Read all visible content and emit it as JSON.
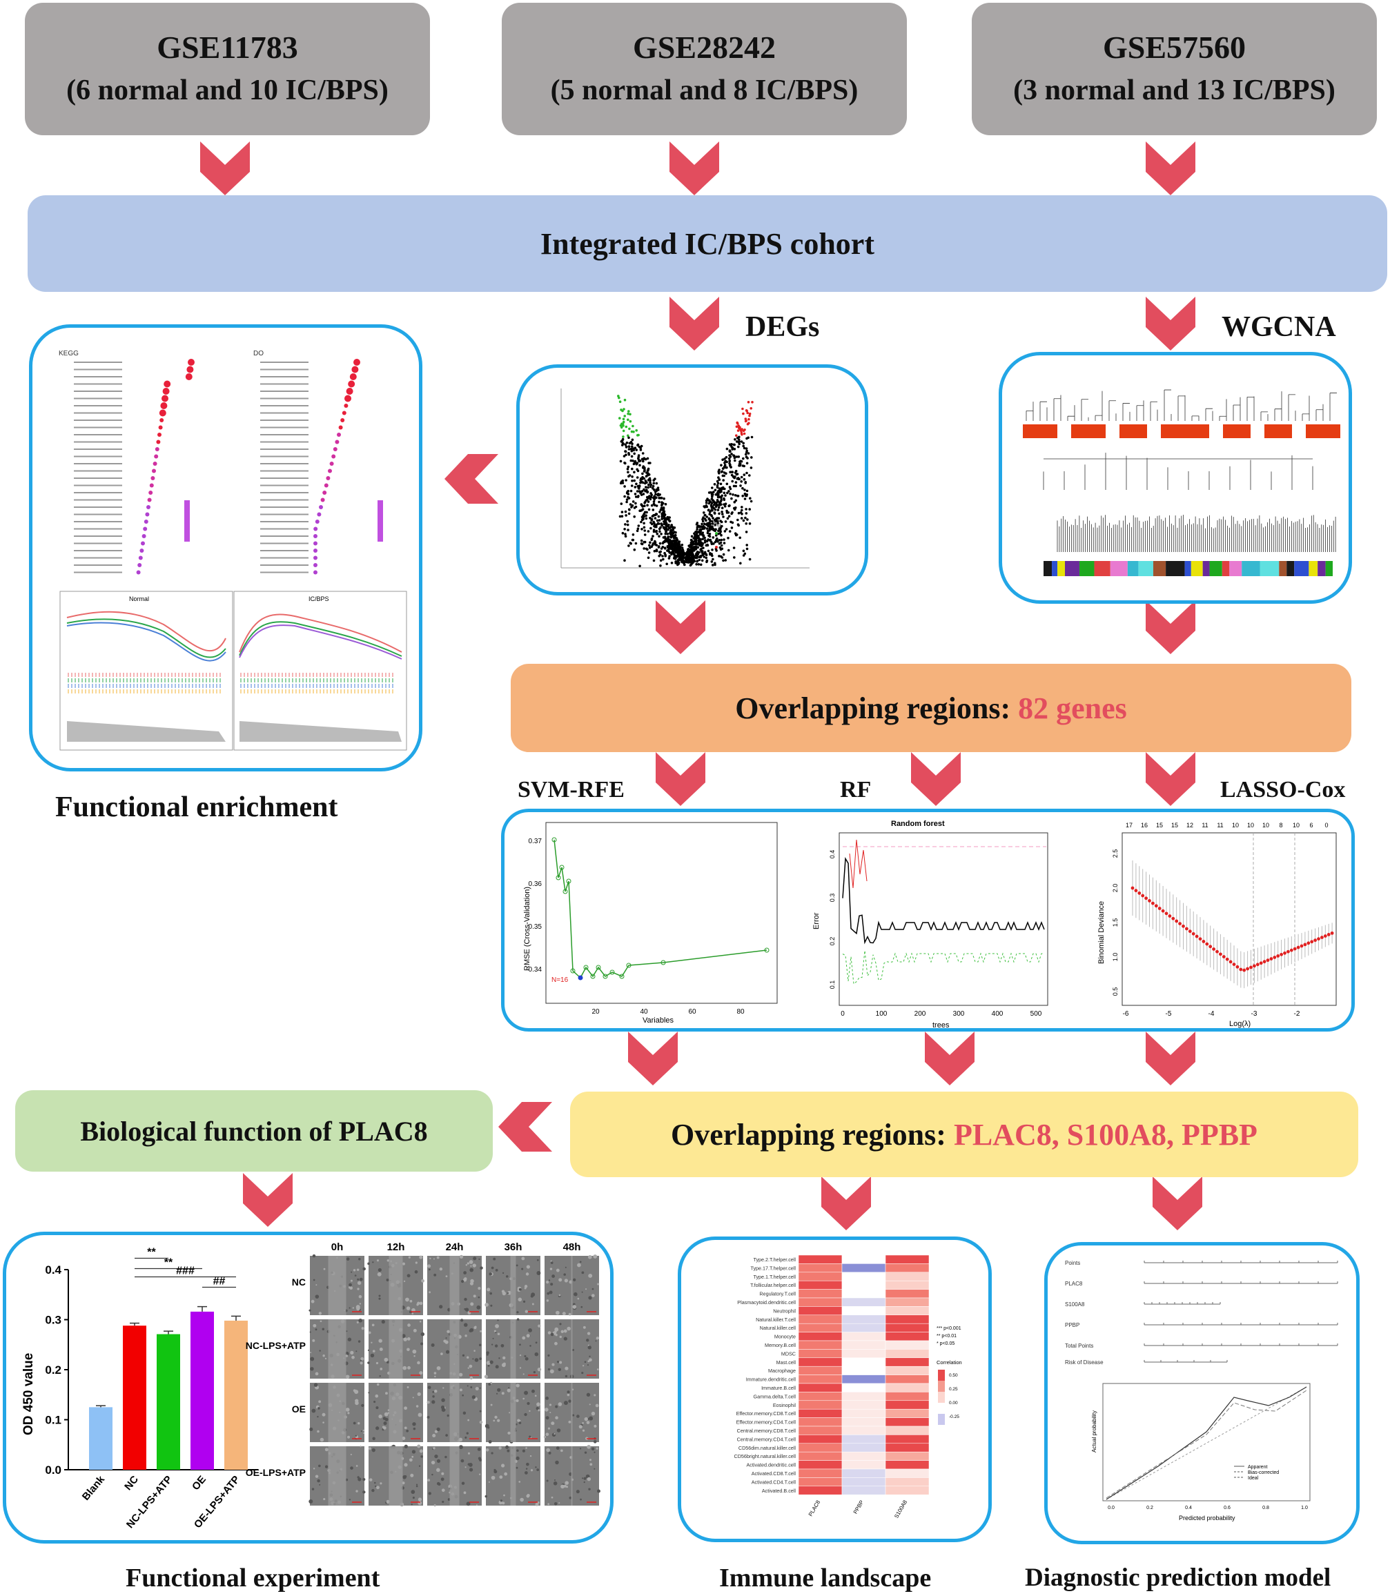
{
  "datasets": [
    {
      "id": "GSE11783",
      "desc": "(6 normal and 10 IC/BPS)"
    },
    {
      "id": "GSE28242",
      "desc": "(5 normal and 8 IC/BPS)"
    },
    {
      "id": "GSE57560",
      "desc": "(3 normal and 13 IC/BPS)"
    }
  ],
  "cohort": "Integrated IC/BPS cohort",
  "labels": {
    "degs": "DEGs",
    "wgcna": "WGCNA",
    "functional_enrichment": "Functional enrichment",
    "svm": "SVM-RFE",
    "rf": "RF",
    "lasso": "LASSO-Cox",
    "functional_experiment": "Functional experiment",
    "immune": "Immune landscape",
    "diagnostic": "Diagnostic prediction model"
  },
  "overlap1": {
    "prefix": "Overlapping regions: ",
    "highlight": "82 genes"
  },
  "overlap2": {
    "prefix": "Overlapping regions: ",
    "highlight": "PLAC8, S100A8, PPBP"
  },
  "bio_function": "Biological function of PLAC8",
  "enrichment": {
    "kegg": "KEGG",
    "do": "DO",
    "normal": "Normal",
    "icbps": "IC/BPS"
  },
  "svm_panel": {
    "ylabel": "RMSE (Cross-Validation)",
    "xlabel": "Variables",
    "best": "N=16",
    "yticks": [
      "0.37",
      "0.36",
      "0.35",
      "0.34"
    ],
    "xticks": [
      "20",
      "40",
      "60",
      "80"
    ]
  },
  "rf_panel": {
    "title": "Random forest",
    "xlabel": "trees",
    "ylabel": "Error",
    "xticks": [
      "0",
      "100",
      "200",
      "300",
      "400",
      "500"
    ],
    "yticks": [
      "0.1",
      "0.2",
      "0.3",
      "0.4"
    ]
  },
  "lasso_panel": {
    "xlabel": "Log(λ)",
    "ylabel": "Binomial Deviance",
    "top": [
      "17",
      "16",
      "15",
      "15",
      "12",
      "11",
      "11",
      "10",
      "10",
      "10",
      "8",
      "10",
      "6",
      "0"
    ],
    "xticks": [
      "-6",
      "-5",
      "-4",
      "-3",
      "-2"
    ],
    "yticks": [
      "2.5",
      "2.0",
      "1.5",
      "1.0",
      "0.5"
    ]
  },
  "chart_data": {
    "type": "bar",
    "categories": [
      "Blank",
      "NC",
      "NC-LPS+ATP",
      "OE",
      "OE-LPS+ATP"
    ],
    "values": [
      0.125,
      0.288,
      0.271,
      0.316,
      0.298
    ],
    "errors": [
      0.003,
      0.005,
      0.006,
      0.01,
      0.009
    ],
    "colors": [
      "#8ec1f5",
      "#f20000",
      "#11c411",
      "#b000f0",
      "#f5b57a"
    ],
    "ylabel": "OD 450 value",
    "ylim": [
      0,
      0.4
    ],
    "yticks": [
      "0.0",
      "0.1",
      "0.2",
      "0.3",
      "0.4"
    ],
    "annotations": [
      "**",
      "**",
      "###",
      "##"
    ]
  },
  "wound": {
    "times": [
      "0h",
      "12h",
      "24h",
      "36h",
      "48h"
    ],
    "rows": [
      "NC",
      "NC-LPS+ATP",
      "OE",
      "OE-LPS+ATP"
    ]
  },
  "immune": {
    "cells": [
      "Type.2.T.helper.cell",
      "Type.17.T.helper.cell",
      "Type.1.T.helper.cell",
      "T.follicular.helper.cell",
      "Regulatory.T.cell",
      "Plasmacytoid.dendritic.cell",
      "Neutrophil",
      "Natural.killer.T.cell",
      "Natural.killer.cell",
      "Monocyte",
      "Memory.B.cell",
      "MDSC",
      "Mast.cell",
      "Macrophage",
      "Immature.dendritic.cell",
      "Immature.B.cell",
      "Gamma.delta.T.cell",
      "Eosinophil",
      "Effector.memory.CD8.T.cell",
      "Effector.memory.CD4.T.cell",
      "Central.memory.CD8.T.cell",
      "Central.memory.CD4.T.cell",
      "CD56dim.natural.killer.cell",
      "CD56bright.natural.killer.cell",
      "Activated.dendritic.cell",
      "Activated.CD8.T.cell",
      "Activated.CD4.T.cell",
      "Activated.B.cell"
    ],
    "genes": [
      "PLAC8",
      "PPBP",
      "S100A8"
    ],
    "legend": [
      "*** p<0.001",
      "** p<0.01",
      "* p<0.05"
    ],
    "corr_title": "Correlation",
    "corr_ticks": [
      "0.50",
      "0.25",
      "0.00",
      "-0.25"
    ]
  },
  "nomogram": {
    "rows": [
      "Points",
      "PLAC8",
      "S100A8",
      "PPBP",
      "Total Points",
      "Risk of Disease"
    ],
    "calib_xlabel": "Predicted probability",
    "calib_ylabel": "Actual probability",
    "calib_legend": [
      "Apparent",
      "Bias-corrected",
      "Ideal"
    ],
    "xticks": [
      "0.0",
      "0.2",
      "0.4",
      "0.6",
      "0.8",
      "1.0"
    ]
  },
  "colors": {
    "arrow": "#e24d5e",
    "panel_border": "#22a6e6",
    "gse": "#a9a6a6",
    "cohort": "#b4c7e8",
    "overlap1": "#f5b27c",
    "overlap2": "#fde894",
    "bio": "#c7e2b1"
  }
}
